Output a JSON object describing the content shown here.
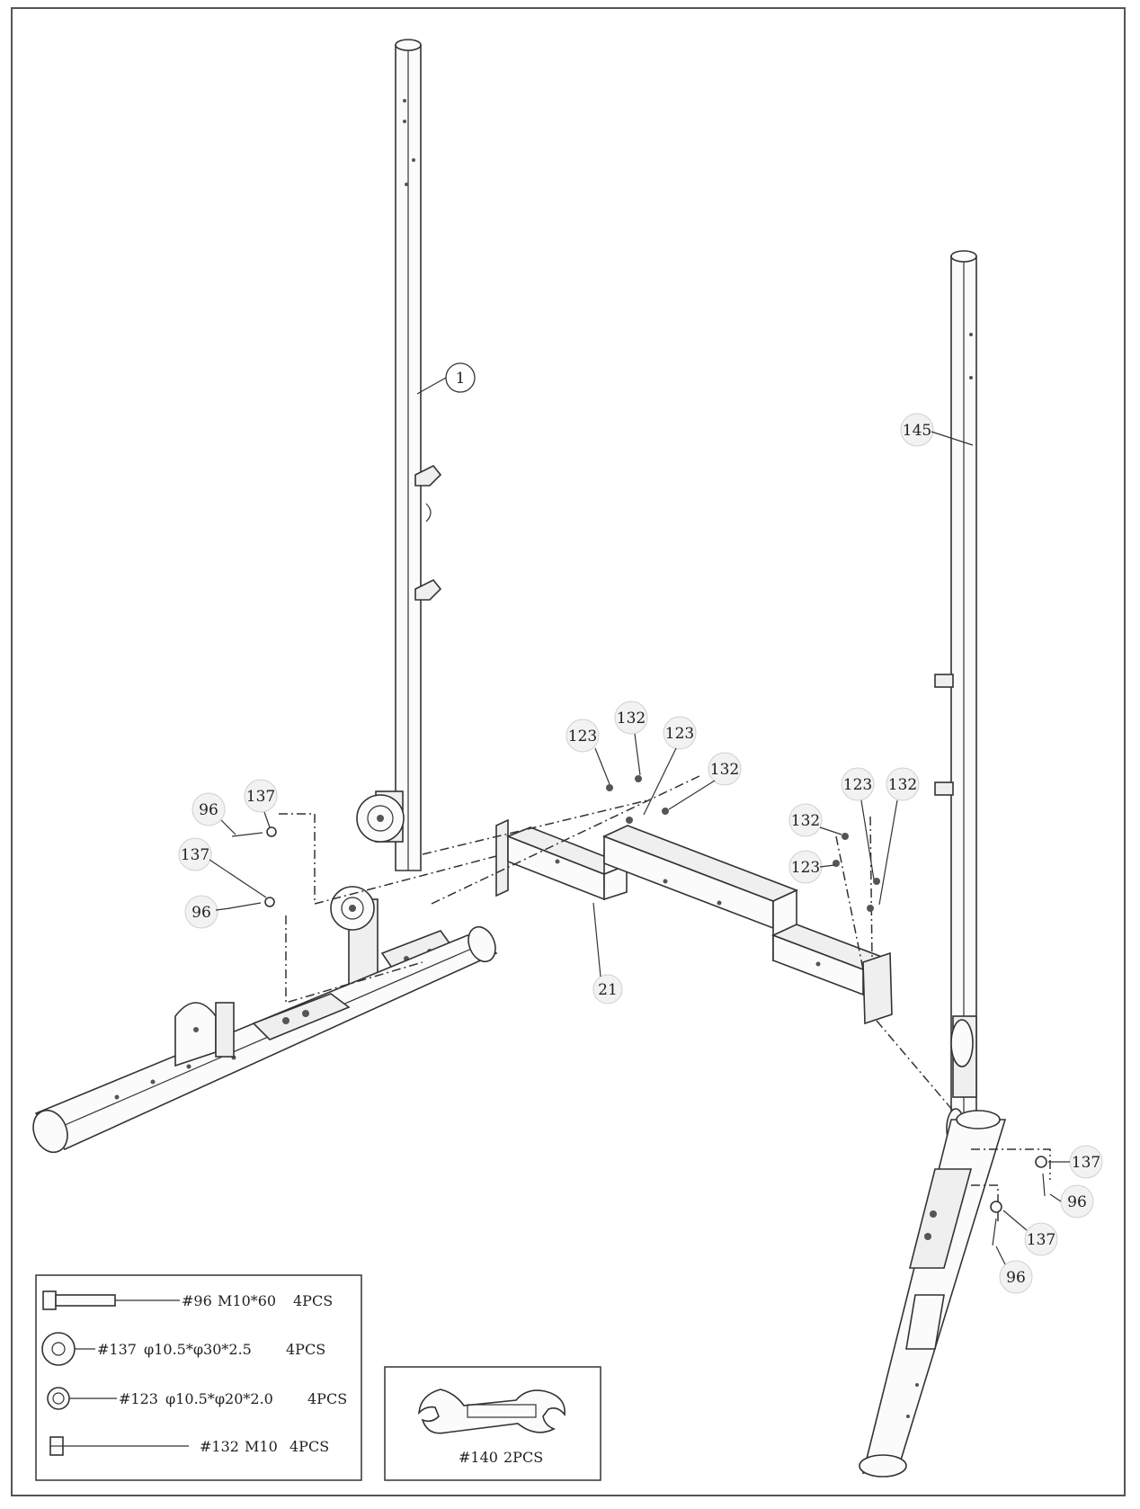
{
  "callouts": {
    "c1": "1",
    "c145": "145",
    "c21": "21",
    "c123a": "123",
    "c132a": "132",
    "c123b": "123",
    "c132b": "132",
    "c132c": "132",
    "c123c": "123",
    "c123d": "123",
    "c132d": "132",
    "c96a": "96",
    "c137a": "137",
    "c137b": "137",
    "c96b": "96",
    "c137c": "137",
    "c96c": "96",
    "c137d": "137",
    "c96d": "96"
  },
  "hardware_legend": {
    "items": [
      {
        "part": "#96",
        "spec": "M10*60",
        "qty": "4PCS",
        "icon": "bolt-icon"
      },
      {
        "part": "#137",
        "spec": "φ10.5*φ30*2.5",
        "qty": "4PCS",
        "icon": "large-washer-icon"
      },
      {
        "part": "#123",
        "spec": "φ10.5*φ20*2.0",
        "qty": "4PCS",
        "icon": "small-washer-icon"
      },
      {
        "part": "#132",
        "spec": "M10",
        "qty": "4PCS",
        "icon": "nut-icon"
      }
    ]
  },
  "tool_box": {
    "part": "#140",
    "qty": "2PCS",
    "icon": "wrench-icon"
  }
}
